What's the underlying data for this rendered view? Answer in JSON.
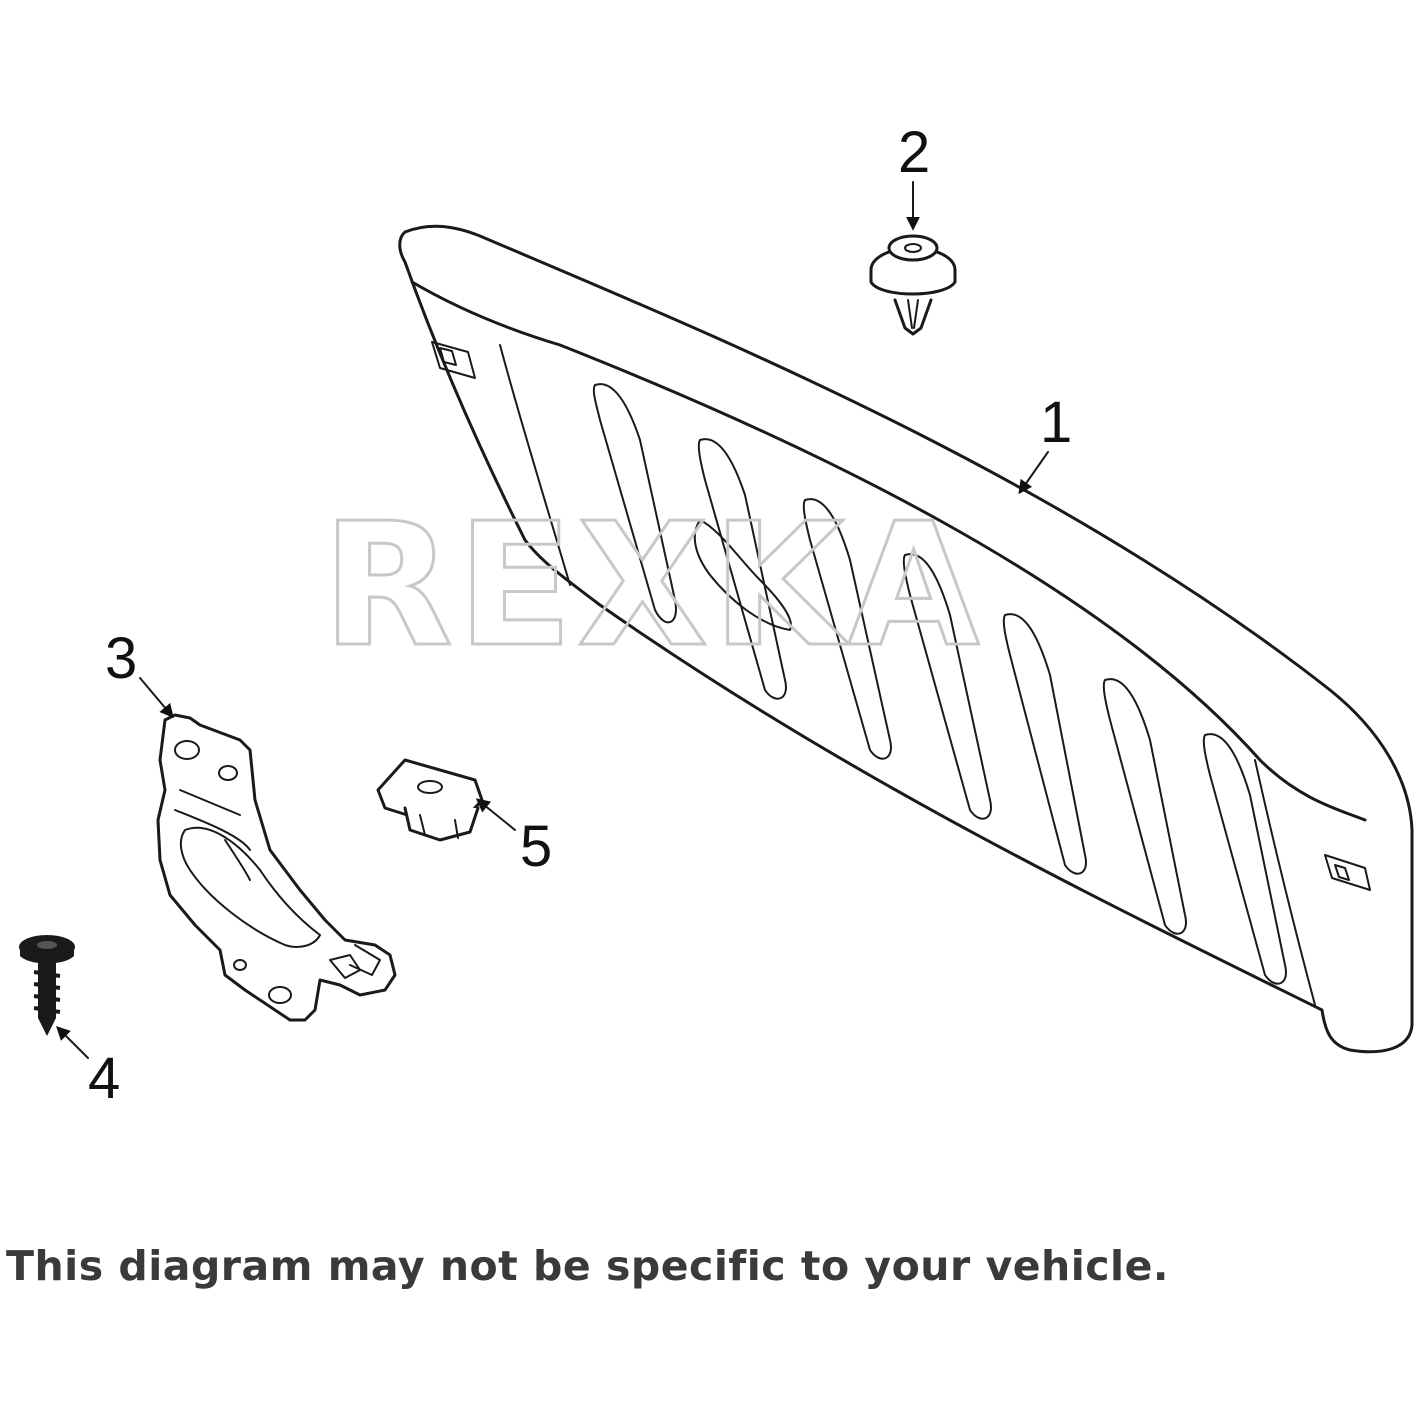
{
  "diagram": {
    "watermark": "REXKA",
    "callouts": [
      {
        "id": "1",
        "part": "trim-panel"
      },
      {
        "id": "2",
        "part": "push-clip"
      },
      {
        "id": "3",
        "part": "bracket"
      },
      {
        "id": "4",
        "part": "screw"
      },
      {
        "id": "5",
        "part": "retainer-nut"
      }
    ],
    "line_color": "#1a1a1a",
    "watermark_color": "#c8c8c8"
  },
  "disclaimer": "This diagram may not be specific to your vehicle."
}
